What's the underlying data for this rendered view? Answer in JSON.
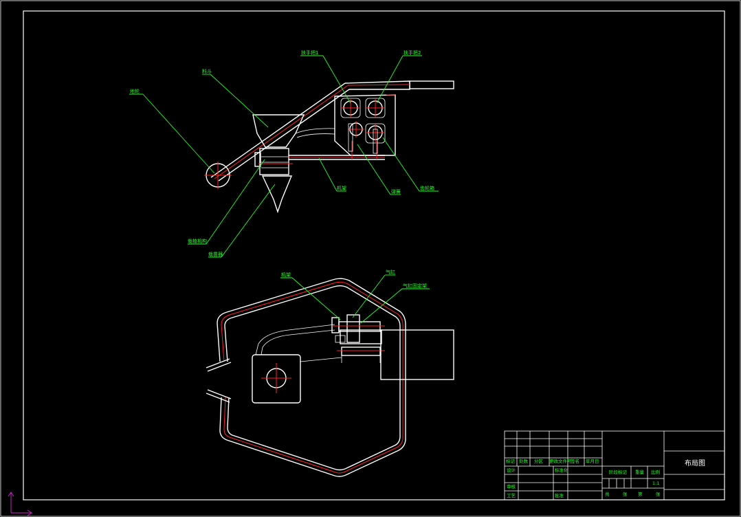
{
  "callouts": {
    "top_view": {
      "handle_1": "扶手把1",
      "handle_2": "扶手把2",
      "hopper": "料斗",
      "ground_wheel": "地轮",
      "gear_box": "齿轮箱",
      "frame": "机架",
      "spring": "弹簧",
      "planting_mechanism": "栽植机构",
      "planter": "栽苗器"
    },
    "bottom_view": {
      "frame": "机架",
      "cylinder": "气缸",
      "cylinder_bracket": "气缸固定架"
    }
  },
  "title_block": {
    "drawing_name": "布局图",
    "scale": "1:1",
    "rev_labels": [
      "标记",
      "处数",
      "分区",
      "更改文件号",
      "签名",
      "年月日"
    ],
    "design": "设计",
    "standardization": "标准化",
    "review": "审核",
    "process": "工艺",
    "approve": "批准",
    "stage_mark": "阶段标记",
    "weight": "重量",
    "scale_label": "比例",
    "sheet_labels": [
      "共",
      "张",
      "第",
      "张"
    ]
  },
  "colors": {
    "background": "#000000",
    "outline": "#ffffff",
    "centerline": "#ff2222",
    "annotation": "#22ff22",
    "ucs": "#cc22cc"
  }
}
